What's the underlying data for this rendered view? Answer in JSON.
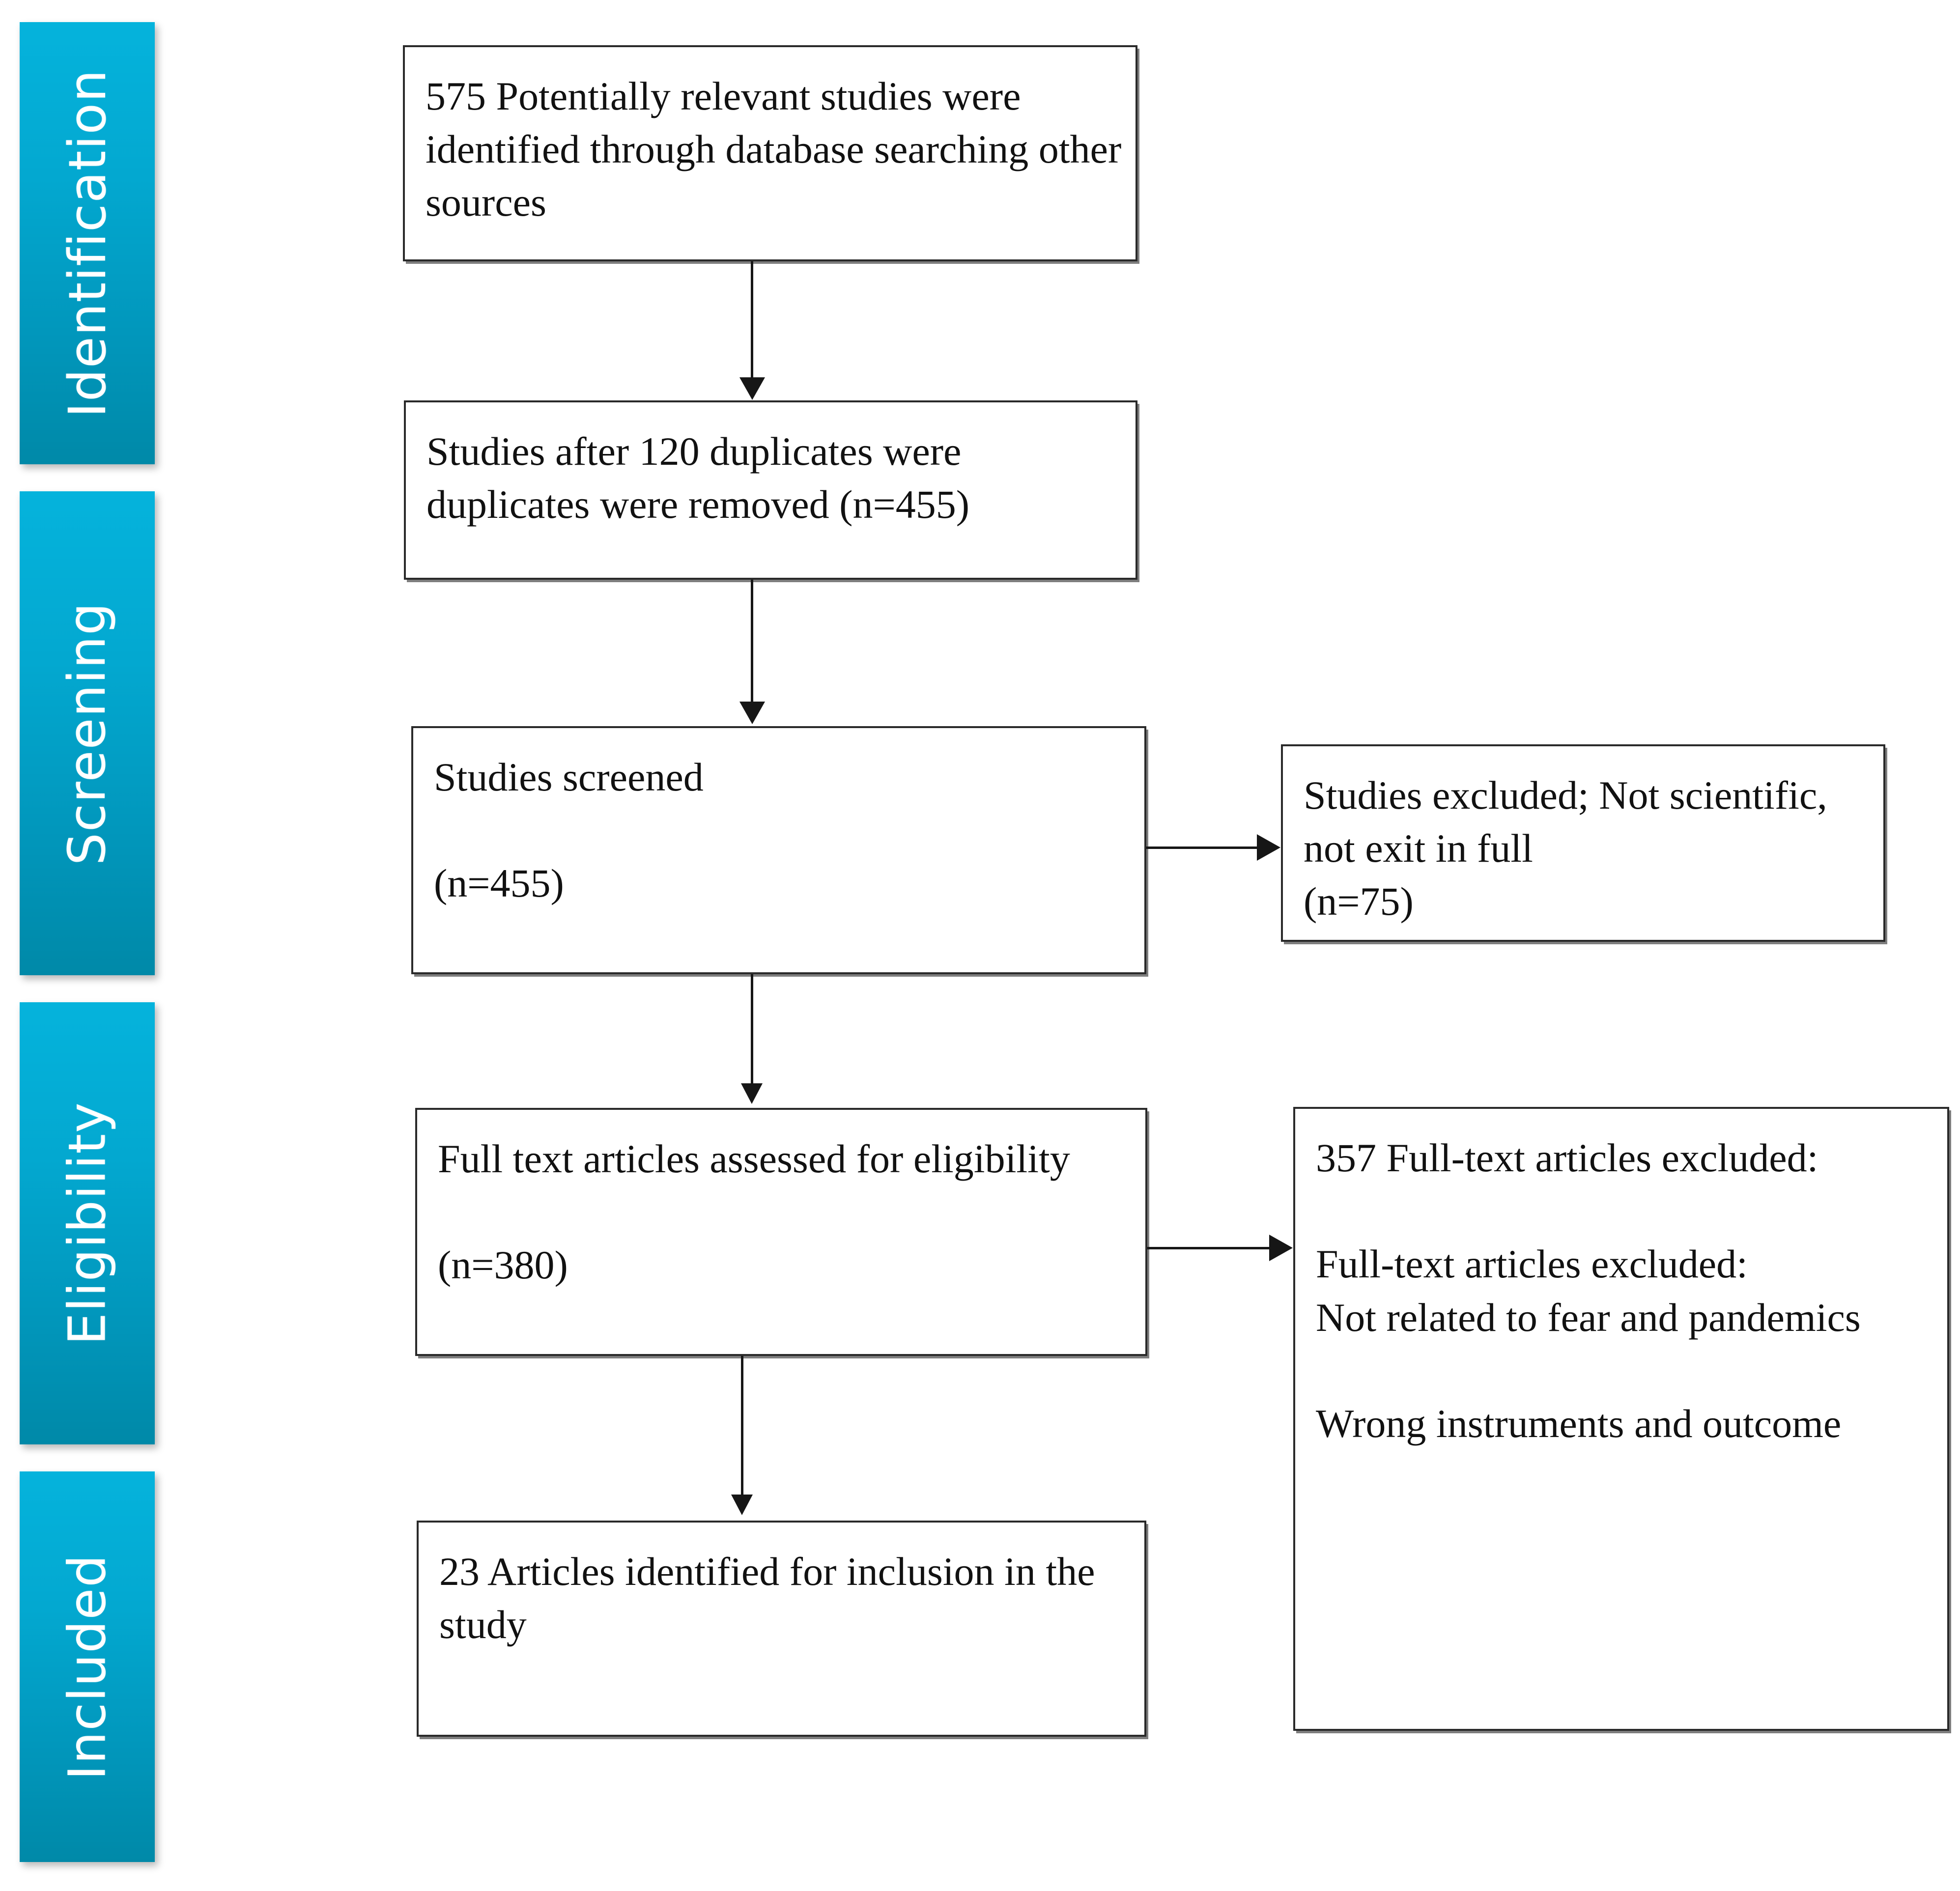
{
  "diagram": {
    "type": "prisma-flow-diagram",
    "accent_color": "#03A8D0",
    "accent_color_dark": "#0089A8",
    "box_border_color": "#2a2a2a",
    "text_color": "#111111",
    "background": "#ffffff"
  },
  "stages": [
    {
      "id": "identification",
      "label": "Identification"
    },
    {
      "id": "screening",
      "label": "Screening"
    },
    {
      "id": "eligibility",
      "label": "Eligibility"
    },
    {
      "id": "included",
      "label": "Included"
    }
  ],
  "flow": {
    "identification": {
      "records_identified": "575 Potentially relevant studies were identified through database searching other sources",
      "count": 575
    },
    "duplicates_removed": {
      "text": "Studies after 120 duplicates were duplicates were removed (n=455)",
      "duplicates": 120,
      "remaining": 455
    },
    "screened": {
      "text": "Studies screened\n\n(n=455)",
      "count": 455
    },
    "screened_excluded": {
      "text": "Studies excluded; Not scientific, not exit in full\n(n=75)",
      "count": 75
    },
    "full_text_assessed": {
      "text": "Full text articles assessed for eligibility\n\n(n=380)",
      "count": 380
    },
    "full_text_excluded": {
      "text": "357 Full-text articles excluded:\n\nFull-text articles excluded:\nNot related to fear and pandemics\n\nWrong instruments and outcome",
      "count": 357
    },
    "included": {
      "text": "23 Articles identified for inclusion in the study",
      "count": 23
    }
  }
}
